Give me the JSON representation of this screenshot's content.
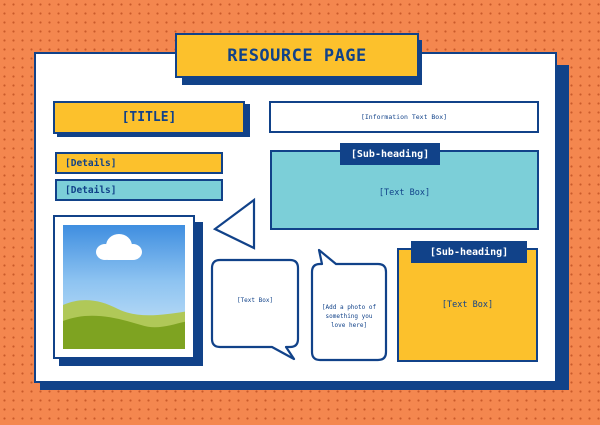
{
  "header": {
    "title": "RESOURCE PAGE"
  },
  "left": {
    "title": "[TITLE]",
    "details": [
      "[Details]",
      "[Details]"
    ]
  },
  "info_box": {
    "text": "[Information Text Box]"
  },
  "teal_section": {
    "subheading": "[Sub-heading]",
    "text": "[Text Box]"
  },
  "yellow_section": {
    "subheading": "[Sub-heading]",
    "text": "[Text Box]"
  },
  "speech_bubble": {
    "text": "[Text Box]"
  },
  "photo_bubble": {
    "text": "[Add a photo of something you love here]"
  },
  "colors": {
    "background": "#f4874f",
    "navy": "#114289",
    "yellow": "#fcc12c",
    "teal": "#7ccfd8",
    "white": "#ffffff",
    "grass": "#7ea321",
    "grass_light": "#b0c858"
  },
  "icons": [
    "triangle-pointer-icon",
    "cloud-icon"
  ]
}
